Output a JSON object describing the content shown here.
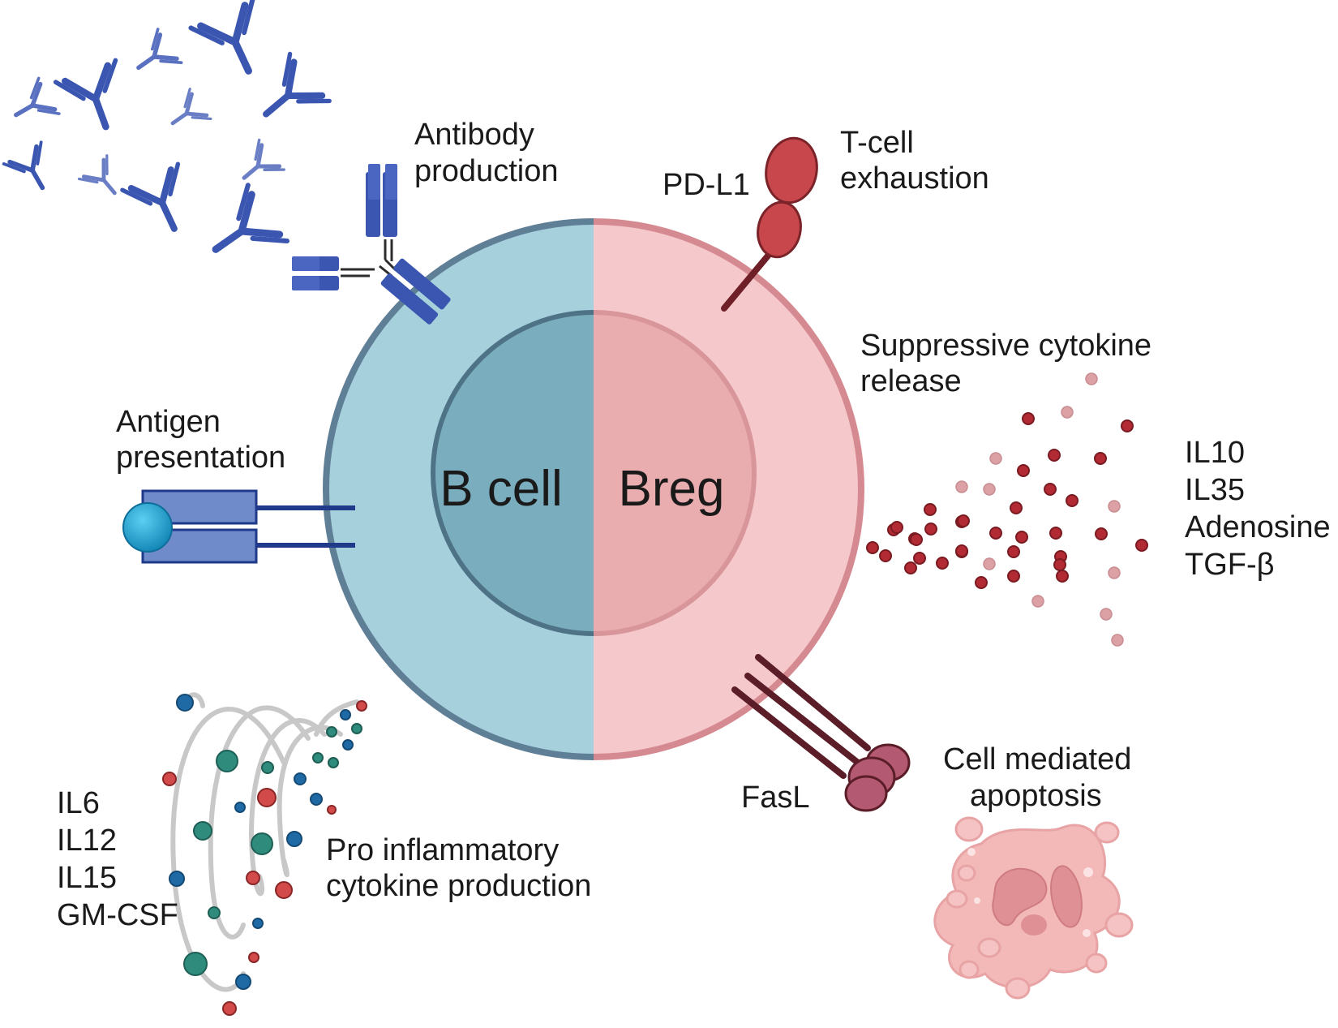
{
  "cell": {
    "left_label": "B cell",
    "right_label": "Breg"
  },
  "labels": {
    "antibody_line1": "Antibody",
    "antibody_line2": "production",
    "antigen_line1": "Antigen",
    "antigen_line2": "presentation",
    "pdl1": "PD-L1",
    "tcell_line1": "T-cell",
    "tcell_line2": "exhaustion",
    "suppressive_line1": "Suppressive cytokine",
    "suppressive_line2": "release",
    "fasl": "FasL",
    "apoptosis_line1": "Cell mediated",
    "apoptosis_line2": "apoptosis",
    "proinflam_line1": "Pro inflammatory",
    "proinflam_line2": "cytokine production"
  },
  "suppressive_cytokines": [
    "IL10",
    "IL35",
    "Adenosine",
    "TGF-β"
  ],
  "proinflammatory_cytokines": [
    "IL6",
    "IL12",
    "IL15",
    "GM-CSF"
  ],
  "colors": {
    "bcell_outer": "#a6d1dc",
    "bcell_inner": "#7aaebe",
    "bcell_border": "#5f7f96",
    "breg_outer": "#f5c8cb",
    "breg_inner": "#e9acaf",
    "breg_border": "#d58a91",
    "antibody": "#3a56b0",
    "antigen_ball": "#1ba3d6",
    "pdl1": "#c8474c",
    "fasl": "#b35a72",
    "dot_red": "#b22a33",
    "dot_pink": "#dca1a5",
    "teal": "#2f8b7c",
    "blue_dot": "#1f6aa5"
  },
  "icons": {
    "antibody": "antibody-y-icon",
    "receptor": "bcr-receptor-icon",
    "pdl1": "pdl1-molecule-icon",
    "fasl": "fasl-molecule-icon",
    "apoptotic_cell": "apoptotic-cell-icon",
    "cytokine_dots": "cytokine-dot-icon",
    "spiral": "cytokine-spiral-icon"
  }
}
